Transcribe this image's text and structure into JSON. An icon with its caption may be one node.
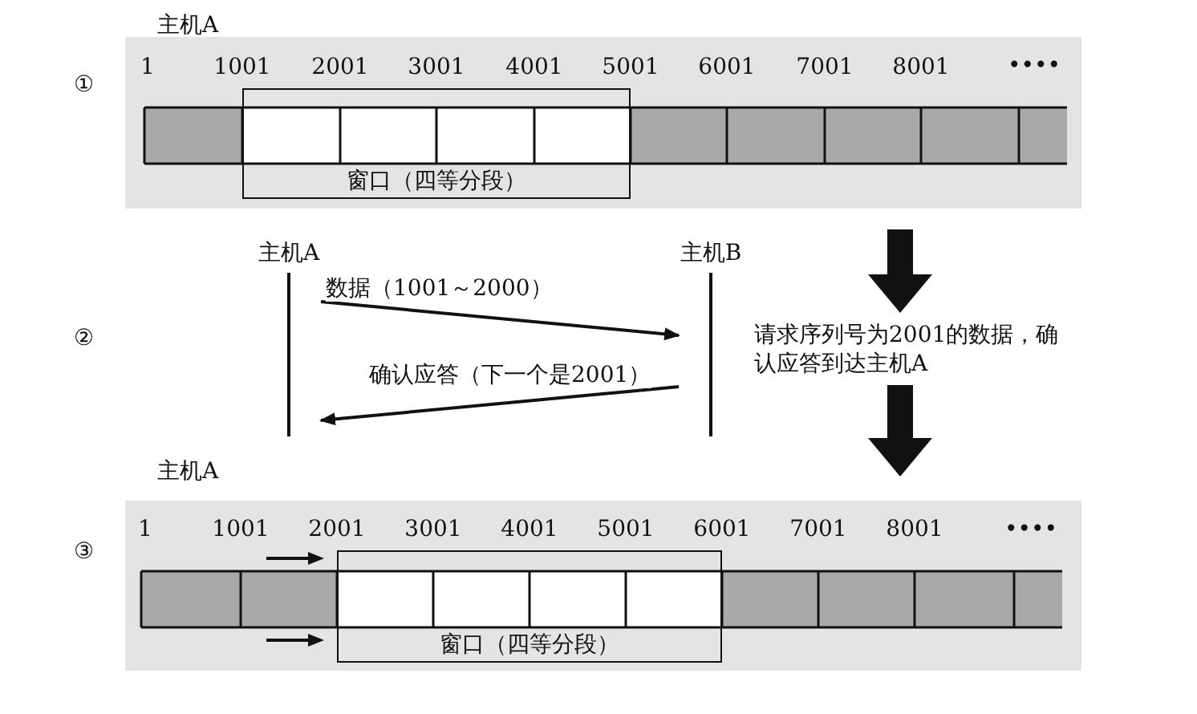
{
  "diagram": {
    "nodes": [
      {
        "text": [
          "窗口（四等分段）"
        ]
      },
      {
        "text": [
          "主机A"
        ]
      },
      {
        "text": [
          "主机B"
        ]
      },
      {
        "text": [
          "窗口（四等分段）"
        ]
      }
    ],
    "edges": [
      {
        "from": 1,
        "to": 2,
        "arrow": "to",
        "label": "数据（1001～2000）"
      },
      {
        "from": 2,
        "to": 1,
        "arrow": "to",
        "label": "确认应答（下一个是2001）"
      }
    ],
    "labels": [
      "主机A",
      "①",
      "1",
      "1001",
      "2001",
      "3001",
      "4001",
      "5001",
      "6001",
      "7001",
      "8001",
      "••••",
      "②",
      "请求序列号为2001的数据，确认应答到达主机A",
      "主机A",
      "③",
      "1",
      "1001",
      "2001",
      "3001",
      "4001",
      "5001",
      "6001",
      "7001",
      "8001",
      "••••"
    ]
  }
}
